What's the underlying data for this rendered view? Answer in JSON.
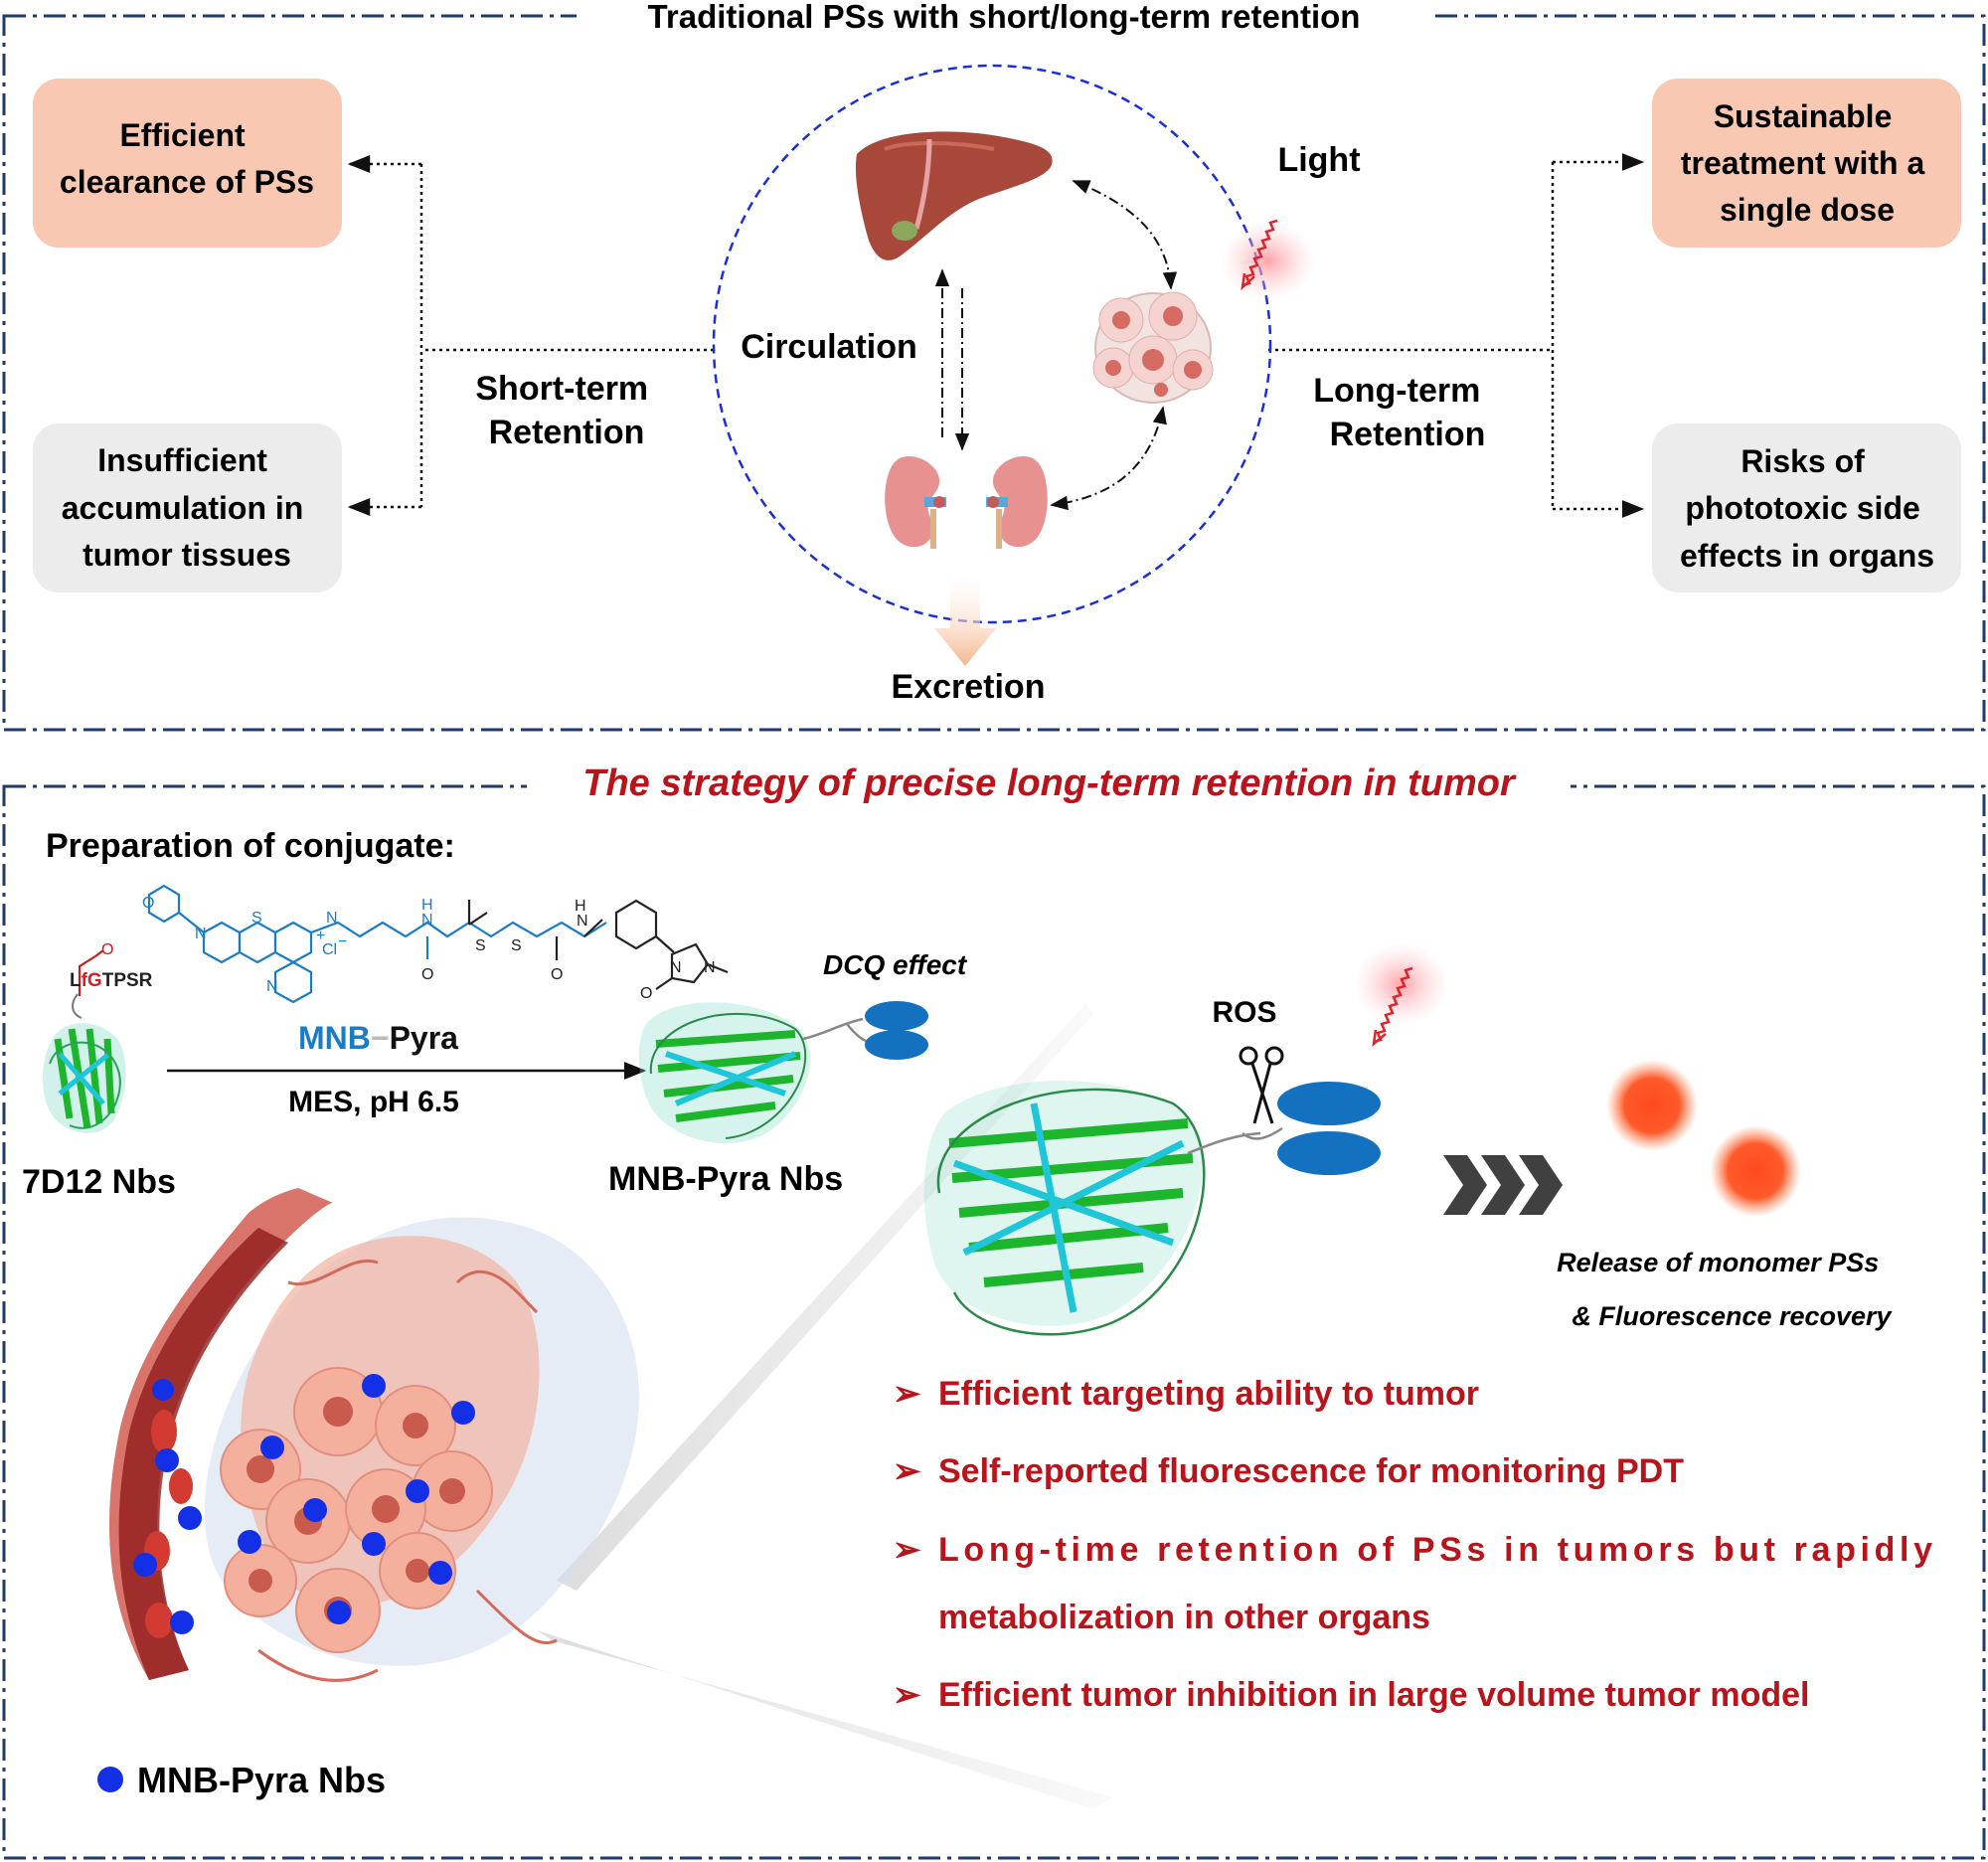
{
  "colors": {
    "frame": "#1f3a6b",
    "circle": "#1a2fd6",
    "peach_box": "#f8c8b3",
    "grey_box": "#ececec",
    "red_text": "#b8141b",
    "blue_dot": "#1330e6",
    "blue_chem": "#1a7cc4",
    "ellipse": "#1371c0",
    "orange_dot": "#ff4a1f"
  },
  "top": {
    "title": "Traditional PSs with short/long-term retention",
    "box_efficient": [
      "Efficient",
      "clearance of PSs"
    ],
    "box_insufficient": [
      "Insufficient",
      "accumulation in",
      "tumor tissues"
    ],
    "box_sustainable": [
      "Sustainable",
      "treatment with a",
      "single dose"
    ],
    "box_risks": [
      "Risks of",
      "phototoxic side",
      "effects in organs"
    ],
    "short_term": [
      "Short-term",
      "Retention"
    ],
    "long_term": [
      "Long-term",
      "Retention"
    ],
    "circulation": "Circulation",
    "light": "Light",
    "excretion": "Excretion",
    "icons": [
      "liver-icon",
      "kidneys-icon",
      "tumor-cells-icon",
      "light-wave-icon"
    ]
  },
  "bottom": {
    "title_parts": [
      "The strategy of ",
      "precise long-term retention",
      " in tumor"
    ],
    "prep_title": "Preparation of conjugate:",
    "peptide_tag": {
      "l": "L",
      "fg": "fG",
      "rest": "TPSR"
    },
    "reagent_mnb": "MNB",
    "reagent_pyra": "Pyra",
    "condition": "MES, pH 6.5",
    "label_7d12": "7D12 Nbs",
    "label_product": "MNB-Pyra Nbs",
    "dcq": "DCQ effect",
    "ros": "ROS",
    "release": [
      "Release of monomer  PSs",
      "& Fluorescence recovery"
    ],
    "legend": "MNB-Pyra Nbs",
    "chem_atoms": {
      "s": "S",
      "n": "N",
      "o": "O",
      "nh": "N",
      "h": "H",
      "cl": "Cl",
      "minus": "−",
      "plus": "+"
    },
    "bullets": [
      "Efficient targeting ability to tumor",
      "Self-reported fluorescence for monitoring PDT",
      "Long-time   retention   of   PSs   in   tumors   but   rapidly",
      "metabolization in other organs",
      "Efficient tumor inhibition in large volume tumor model"
    ],
    "bullet_mark": "➢"
  }
}
